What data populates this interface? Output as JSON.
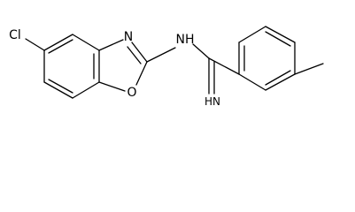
{
  "molecule": {
    "atom_labels": {
      "chlorine": "Cl",
      "oxazole_nitrogen": "N",
      "oxazole_oxygen": "O",
      "amine_nh": "NH",
      "imine_nh": "HN"
    }
  }
}
